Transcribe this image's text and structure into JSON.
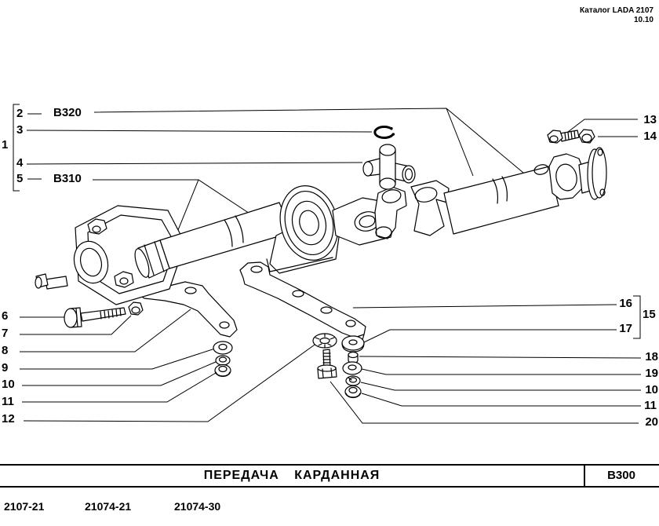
{
  "header": {
    "catalog_title": "Каталог LADA 2107",
    "page_number": "10.10"
  },
  "callouts": [
    {
      "id": "1",
      "text": "1"
    },
    {
      "id": "2",
      "text": "2"
    },
    {
      "id": "b320",
      "text": "B320"
    },
    {
      "id": "3",
      "text": "3"
    },
    {
      "id": "4",
      "text": "4"
    },
    {
      "id": "5",
      "text": "5"
    },
    {
      "id": "b310",
      "text": "B310"
    },
    {
      "id": "6",
      "text": "6"
    },
    {
      "id": "7",
      "text": "7"
    },
    {
      "id": "8",
      "text": "8"
    },
    {
      "id": "9",
      "text": "9"
    },
    {
      "id": "10-left",
      "text": "10"
    },
    {
      "id": "11-left",
      "text": "11"
    },
    {
      "id": "12",
      "text": "12"
    },
    {
      "id": "13",
      "text": "13"
    },
    {
      "id": "14",
      "text": "14"
    },
    {
      "id": "16",
      "text": "16"
    },
    {
      "id": "15",
      "text": "15"
    },
    {
      "id": "17",
      "text": "17"
    },
    {
      "id": "18",
      "text": "18"
    },
    {
      "id": "19",
      "text": "19"
    },
    {
      "id": "10-right",
      "text": "10"
    },
    {
      "id": "11-right",
      "text": "11"
    },
    {
      "id": "20",
      "text": "20"
    }
  ],
  "footer": {
    "title": "ПЕРЕДАЧА КАРДАННАЯ",
    "section_code": "B300",
    "models": [
      "2107-21",
      "21074-21",
      "21074-30"
    ]
  }
}
